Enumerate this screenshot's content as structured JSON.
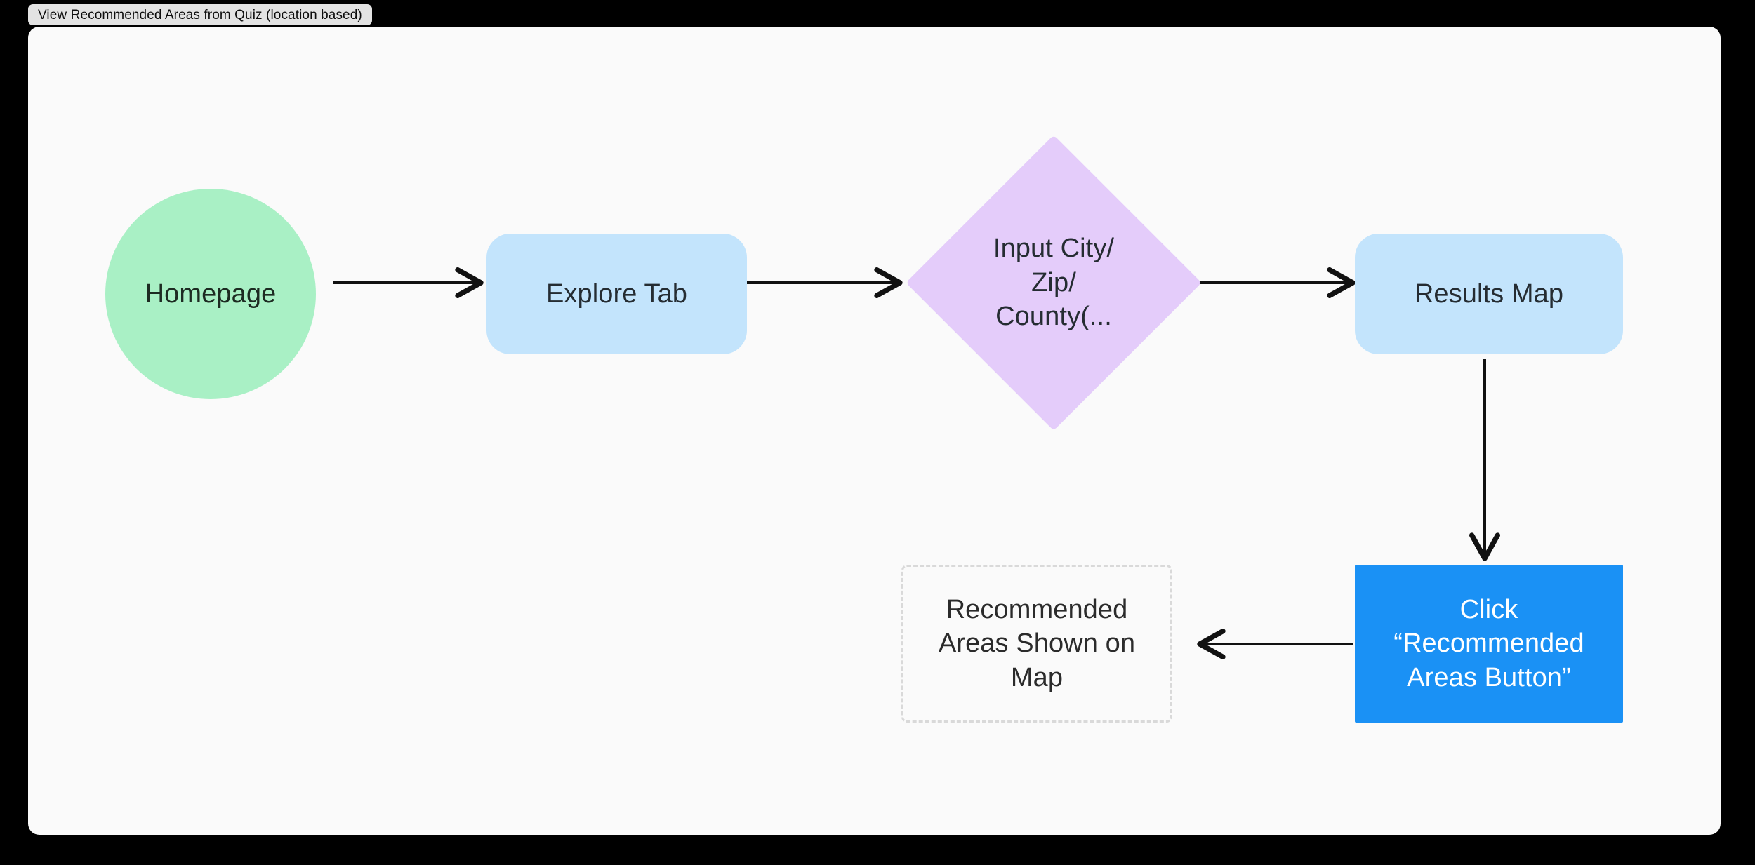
{
  "window": {
    "title": "View Recommended Areas from Quiz (location based)",
    "background_color": "#000000",
    "canvas_color": "#FAFAFA",
    "title_pill_color": "#E3E3E3"
  },
  "diagram": {
    "type": "flowchart",
    "direction": "left-to-right then down then right-to-left",
    "nodes": [
      {
        "id": "homepage",
        "label": "Homepage",
        "shape": "circle",
        "fill": "#A9F0C5",
        "text_color": "#1D2B22"
      },
      {
        "id": "explore-tab",
        "label": "Explore Tab",
        "shape": "rounded-rect",
        "fill": "#C3E4FC",
        "text_color": "#252C32"
      },
      {
        "id": "input-location",
        "label": "Input City/\nZip/\nCounty(...",
        "shape": "diamond",
        "fill": "#E4CCFA",
        "text_color": "#252C32"
      },
      {
        "id": "results-map",
        "label": "Results Map",
        "shape": "rounded-rect",
        "fill": "#C3E4FC",
        "text_color": "#252C32"
      },
      {
        "id": "click-recommended-areas-button",
        "label": "Click\n“Recommended\nAreas Button”",
        "shape": "rect",
        "fill": "#1A91F5",
        "text_color": "#FFFFFF"
      },
      {
        "id": "recommended-areas-shown",
        "label": "Recommended\nAreas Shown on\nMap",
        "shape": "dashed-rect",
        "fill": "#FAFAFA",
        "border_color": "#D9D9D9",
        "text_color": "#2B2B2B"
      }
    ],
    "edges": [
      {
        "id": "e1",
        "from": "homepage",
        "to": "explore-tab",
        "direction": "right",
        "style": "solid-arrow"
      },
      {
        "id": "e2",
        "from": "explore-tab",
        "to": "input-location",
        "direction": "right",
        "style": "solid-arrow"
      },
      {
        "id": "e3",
        "from": "input-location",
        "to": "results-map",
        "direction": "right",
        "style": "solid-arrow"
      },
      {
        "id": "e4",
        "from": "results-map",
        "to": "click-recommended-areas-button",
        "direction": "down",
        "style": "solid-arrow"
      },
      {
        "id": "e5",
        "from": "click-recommended-areas-button",
        "to": "recommended-areas-shown",
        "direction": "left",
        "style": "solid-arrow"
      }
    ],
    "edge_color": "#111111"
  }
}
